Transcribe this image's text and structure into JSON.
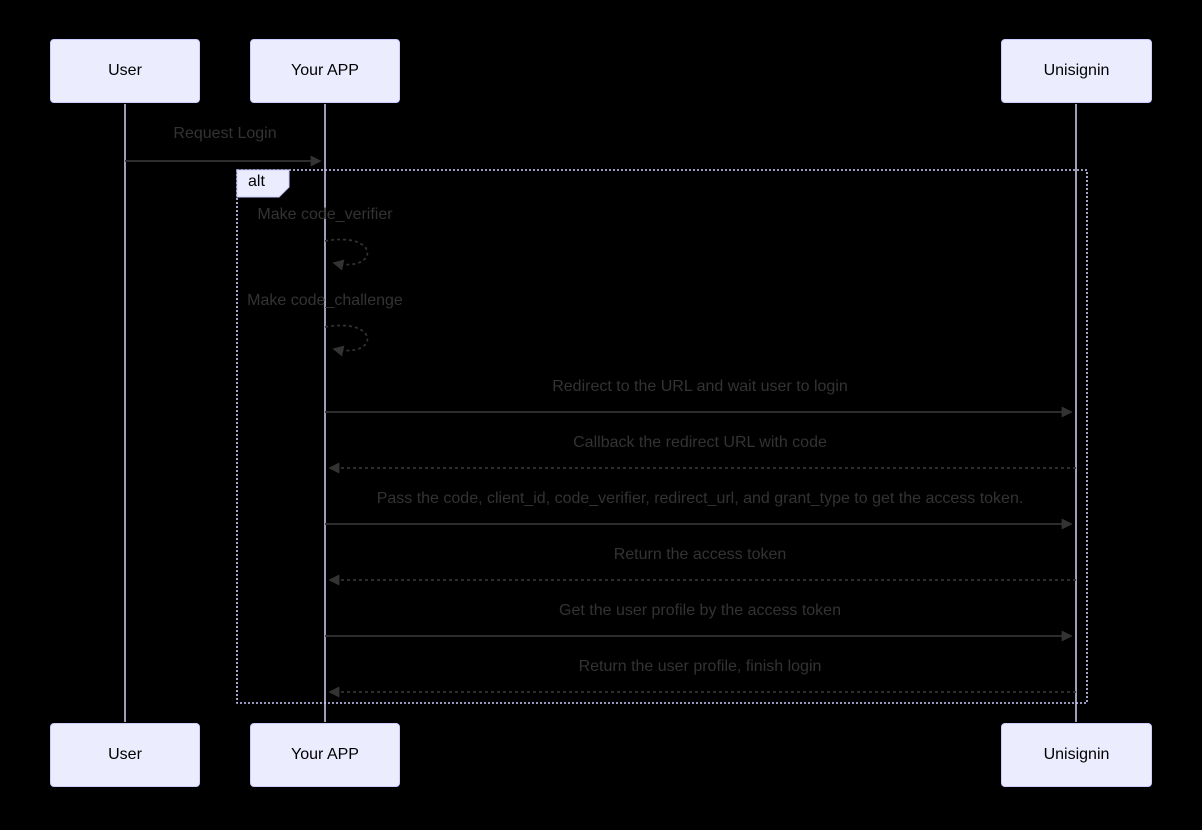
{
  "diagram": {
    "type": "sequence",
    "participants": [
      {
        "name": "User"
      },
      {
        "name": "Your APP"
      },
      {
        "name": "Unisignin"
      }
    ],
    "frame": {
      "label": "alt"
    },
    "messages": [
      {
        "from": "User",
        "to": "Your APP",
        "style": "solid",
        "text": "Request Login"
      },
      {
        "from": "Your APP",
        "to": "Your APP",
        "style": "dashed-self",
        "text": "Make code_verifier"
      },
      {
        "from": "Your APP",
        "to": "Your APP",
        "style": "dashed-self",
        "text": "Make code_challenge"
      },
      {
        "from": "Your APP",
        "to": "Unisignin",
        "style": "solid",
        "text": "Redirect to the URL and wait user to login"
      },
      {
        "from": "Unisignin",
        "to": "Your APP",
        "style": "dotted",
        "text": "Callback the redirect URL with code"
      },
      {
        "from": "Your APP",
        "to": "Unisignin",
        "style": "solid",
        "text": "Pass the code, client_id, code_verifier, redirect_url, and grant_type to get the access token."
      },
      {
        "from": "Unisignin",
        "to": "Your APP",
        "style": "dotted",
        "text": "Return the access token"
      },
      {
        "from": "Your APP",
        "to": "Unisignin",
        "style": "solid",
        "text": "Get the user profile by the access token"
      },
      {
        "from": "Unisignin",
        "to": "Your APP",
        "style": "dotted",
        "text": "Return the user profile, finish login"
      }
    ],
    "colors": {
      "background": "#000000",
      "actor_fill": "#ECECFF",
      "actor_border": "#CCCCFF",
      "actor_text": "#000000",
      "message_text": "#333333",
      "arrow_line": "#333333",
      "lifeline": "#C9C4E8",
      "frame_border": "#CCCCFF"
    }
  }
}
